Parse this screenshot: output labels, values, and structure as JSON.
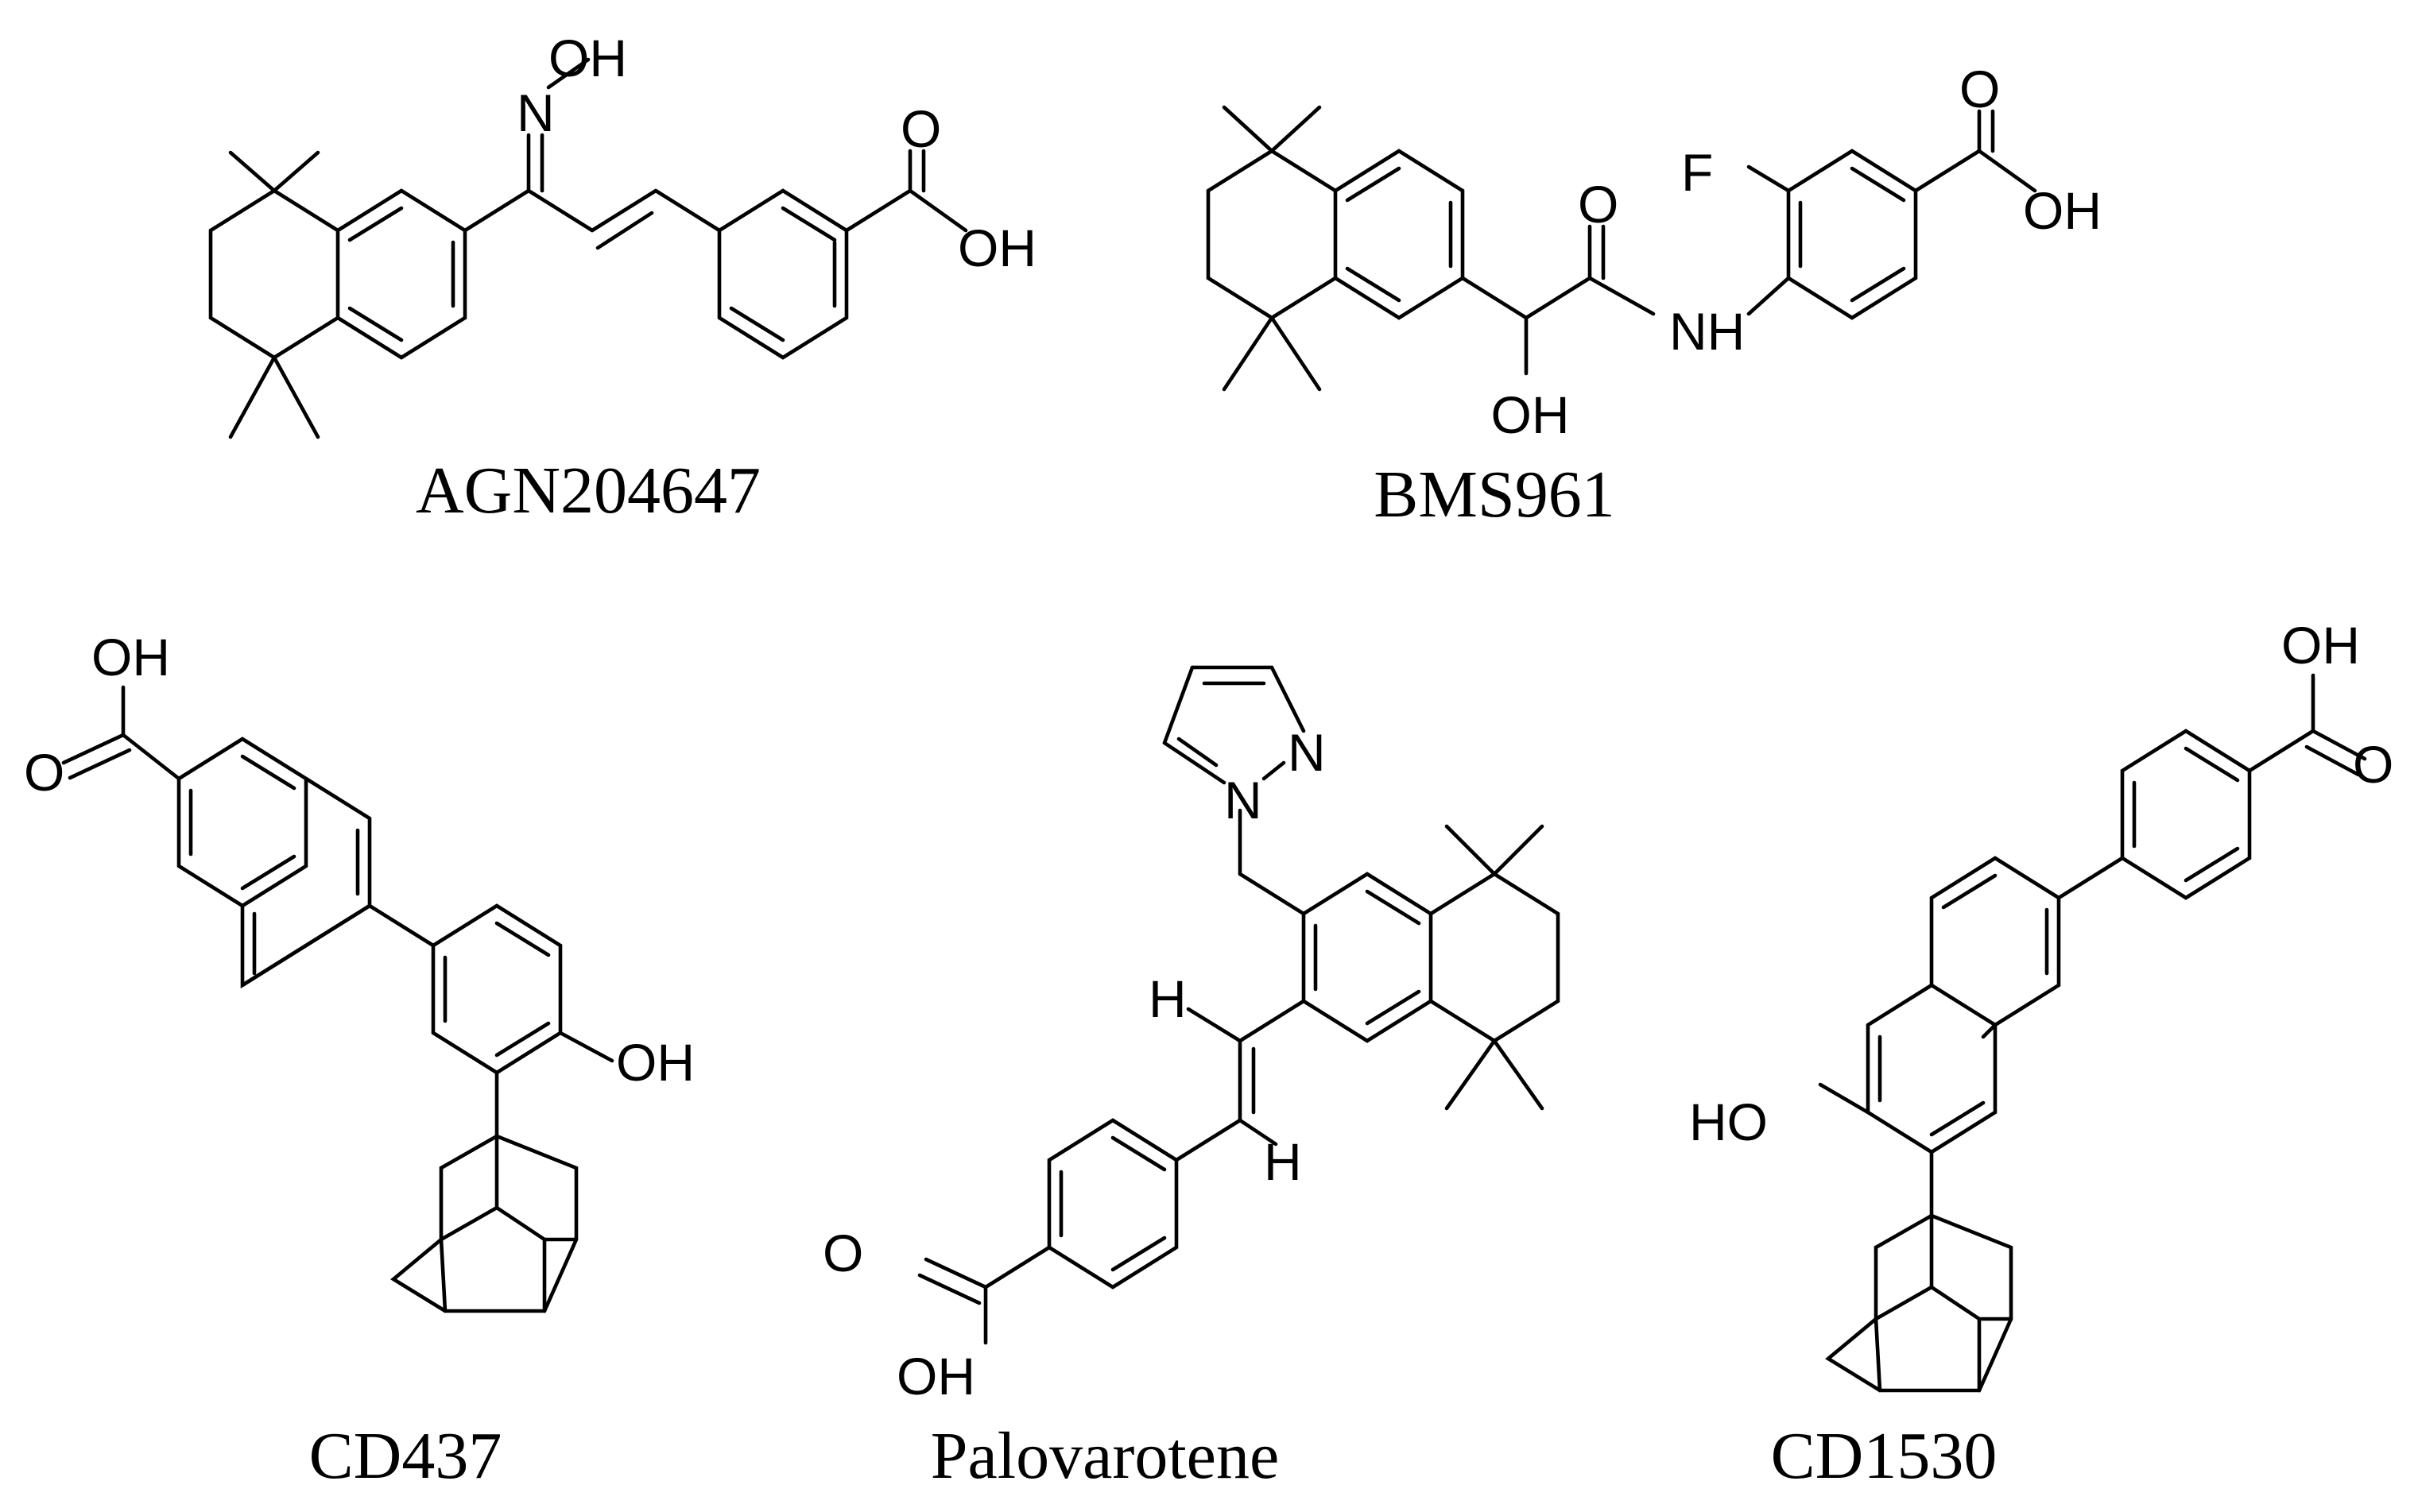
{
  "figure": {
    "compounds": [
      {
        "name": "AGN204647",
        "atoms": {
          "o_oxime": "OH",
          "n_oxime": "N",
          "o_carbonyl": "O",
          "o_hydroxyl": "OH"
        }
      },
      {
        "name": "BMS961",
        "atoms": {
          "fluorine": "F",
          "o_acid": "O",
          "oh_acid": "OH",
          "o_amide": "O",
          "nh_amide": "NH",
          "oh_alcohol": "OH"
        }
      },
      {
        "name": "CD437",
        "atoms": {
          "oh_acid": "OH",
          "o_acid": "O",
          "oh_phenol": "OH"
        }
      },
      {
        "name": "Palovarotene",
        "atoms": {
          "n_pyrazole_2": "N",
          "n_pyrazole_1": "N",
          "h_vinyl_top": "H",
          "h_vinyl_bottom": "H",
          "o_acid": "O",
          "oh_acid": "OH"
        }
      },
      {
        "name": "CD1530",
        "atoms": {
          "oh_acid": "OH",
          "o_acid": "O",
          "oh_naphthol": "HO"
        }
      }
    ]
  }
}
